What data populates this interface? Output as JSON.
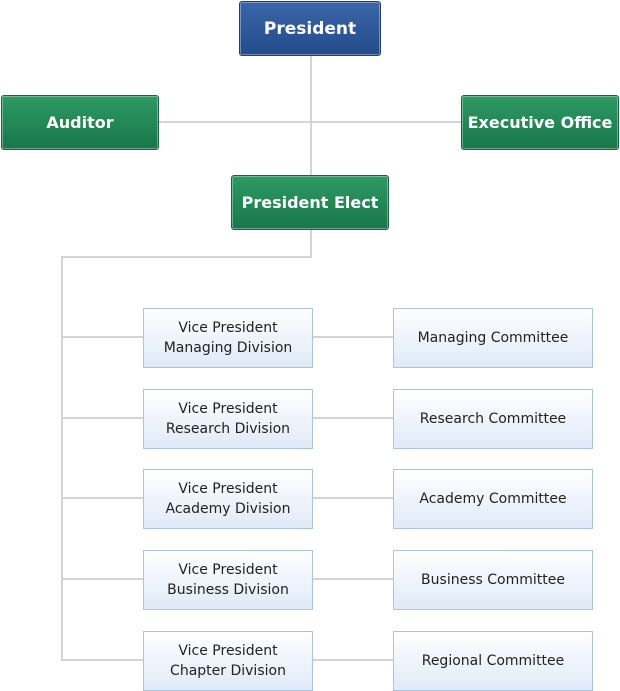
{
  "president": "President",
  "auditor": "Auditor",
  "executive_office": "Executive Office",
  "president_elect": "President Elect",
  "divisions": [
    {
      "title": "Vice President",
      "division": "Managing Division",
      "committee": "Managing Committee"
    },
    {
      "title": "Vice President",
      "division": "Research Division",
      "committee": "Research Committee"
    },
    {
      "title": "Vice President",
      "division": "Academy Division",
      "committee": "Academy Committee"
    },
    {
      "title": "Vice President",
      "division": "Business Division",
      "committee": "Business Committee"
    },
    {
      "title": "Vice President",
      "division": "Chapter Division",
      "committee": "Regional Committee"
    }
  ]
}
